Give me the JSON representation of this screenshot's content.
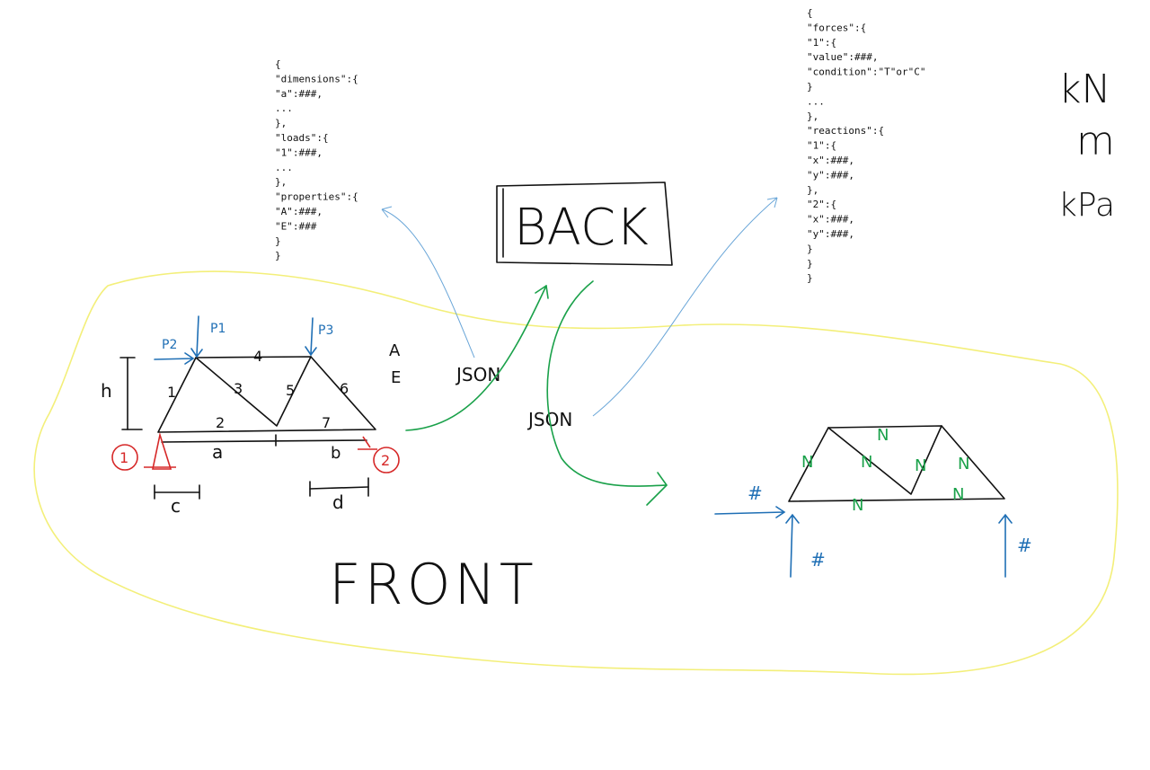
{
  "colors": {
    "ink": "#111111",
    "load_blue": "#1f6fb5",
    "arrow_blue": "#6aa6d8",
    "flow_green": "#1aa14a",
    "support_red": "#d62828",
    "front_yellow": "#f3ef7a"
  },
  "back_label": "BACK",
  "front_label": "FRONT",
  "json_label_left": "JSON",
  "json_label_right": "JSON",
  "units": [
    "kN",
    "m",
    "kPa"
  ],
  "input_json_lines": [
    "{",
    "\"dimensions\":{",
    "  \"a\":###,",
    "  ...",
    "},",
    "\"loads\":{",
    "  \"1\":###,",
    "  ...",
    "},",
    "\"properties\":{",
    "  \"A\":###,",
    "  \"E\":###",
    "}",
    "}"
  ],
  "output_json_lines": [
    "{",
    "\"forces\":{",
    "  \"1\":{",
    "    \"value\":###,",
    "    \"condition\":\"T\"or\"C\"",
    "  }",
    "  ...",
    " },",
    " \"reactions\":{",
    "  \"1\":{",
    "    \"x\":###,",
    "    \"y\":###,",
    "  },",
    " \"2\":{",
    "  \"x\":###,",
    "  \"y\":###,",
    " }",
    " }",
    "}"
  ],
  "truss_input": {
    "member_labels": [
      "1",
      "2",
      "3",
      "4",
      "5",
      "6",
      "7"
    ],
    "load_labels": [
      "P2",
      "P1",
      "P3"
    ],
    "dimension_labels": [
      "h",
      "a",
      "b",
      "c",
      "d"
    ],
    "support_labels": [
      "1",
      "2"
    ],
    "property_labels": [
      "A",
      "E"
    ]
  },
  "truss_output": {
    "member_force_mark": "N",
    "reaction_mark": "#"
  }
}
